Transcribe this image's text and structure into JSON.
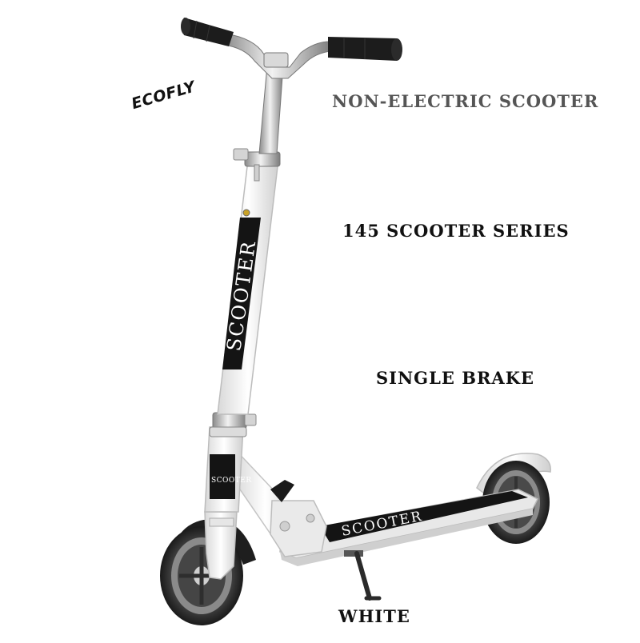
{
  "brand": "ECOFLY",
  "labels": {
    "type": "NON-ELECTRIC SCOOTER",
    "series": "145 SCOOTER SERIES",
    "brake": "SINGLE BRAKE",
    "color": "WHITE"
  },
  "decals": {
    "stem": "SCOOTER",
    "lower": "SCOOTER",
    "deck": "SCOOTER"
  },
  "colors": {
    "frame": "#f4f4f4",
    "grip": "#1c1c1c",
    "chrome": "#b9b9b9",
    "wheel": "#3a3a3a",
    "deck": "#141414"
  }
}
